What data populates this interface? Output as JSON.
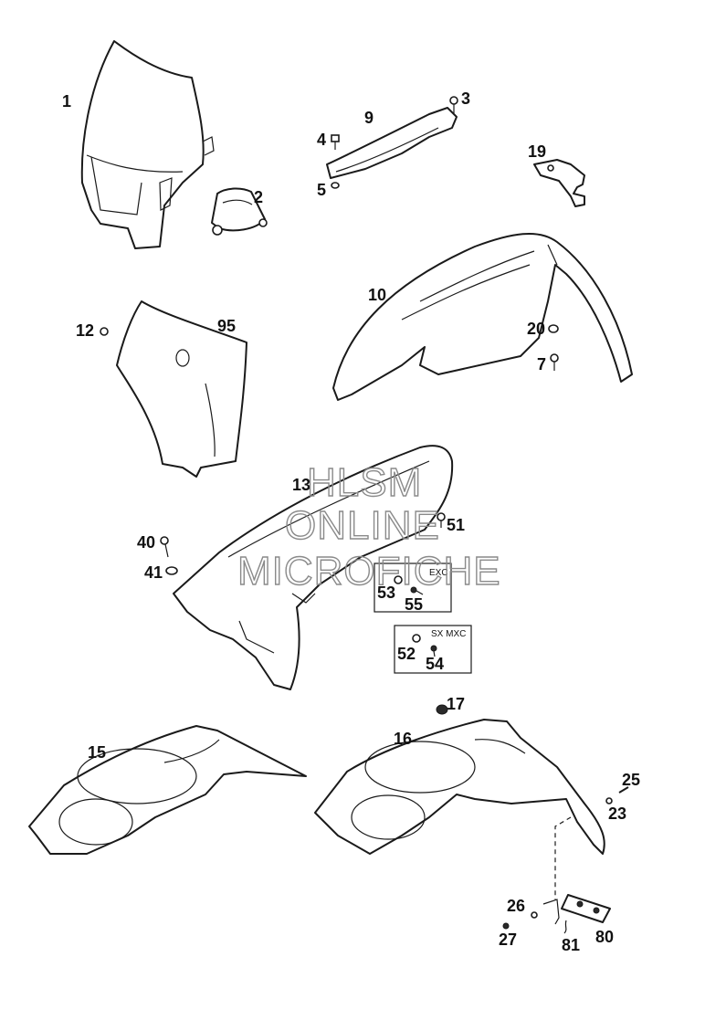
{
  "diagram": {
    "callouts": {
      "c1": "1",
      "c2": "2",
      "c3": "3",
      "c4": "4",
      "c5": "5",
      "c7": "7",
      "c9": "9",
      "c10": "10",
      "c12": "12",
      "c13": "13",
      "c15": "15",
      "c16": "16",
      "c17": "17",
      "c19": "19",
      "c20": "20",
      "c23": "23",
      "c25": "25",
      "c26": "26",
      "c27": "27",
      "c40": "40",
      "c41": "41",
      "c51": "51",
      "c52": "52",
      "c53": "53",
      "c54": "54",
      "c55": "55",
      "c80": "80",
      "c81": "81",
      "c95": "95"
    },
    "boxes": {
      "exc_label": "EXC",
      "sx_mxc_label": "SX MXC"
    }
  },
  "watermark": {
    "line1": "HLSM",
    "line2": "ONLINE",
    "line3": "MICROFICHE"
  },
  "colors": {
    "line": "#1a1a1a",
    "watermark": "#8a8a8a",
    "background": "#ffffff"
  }
}
